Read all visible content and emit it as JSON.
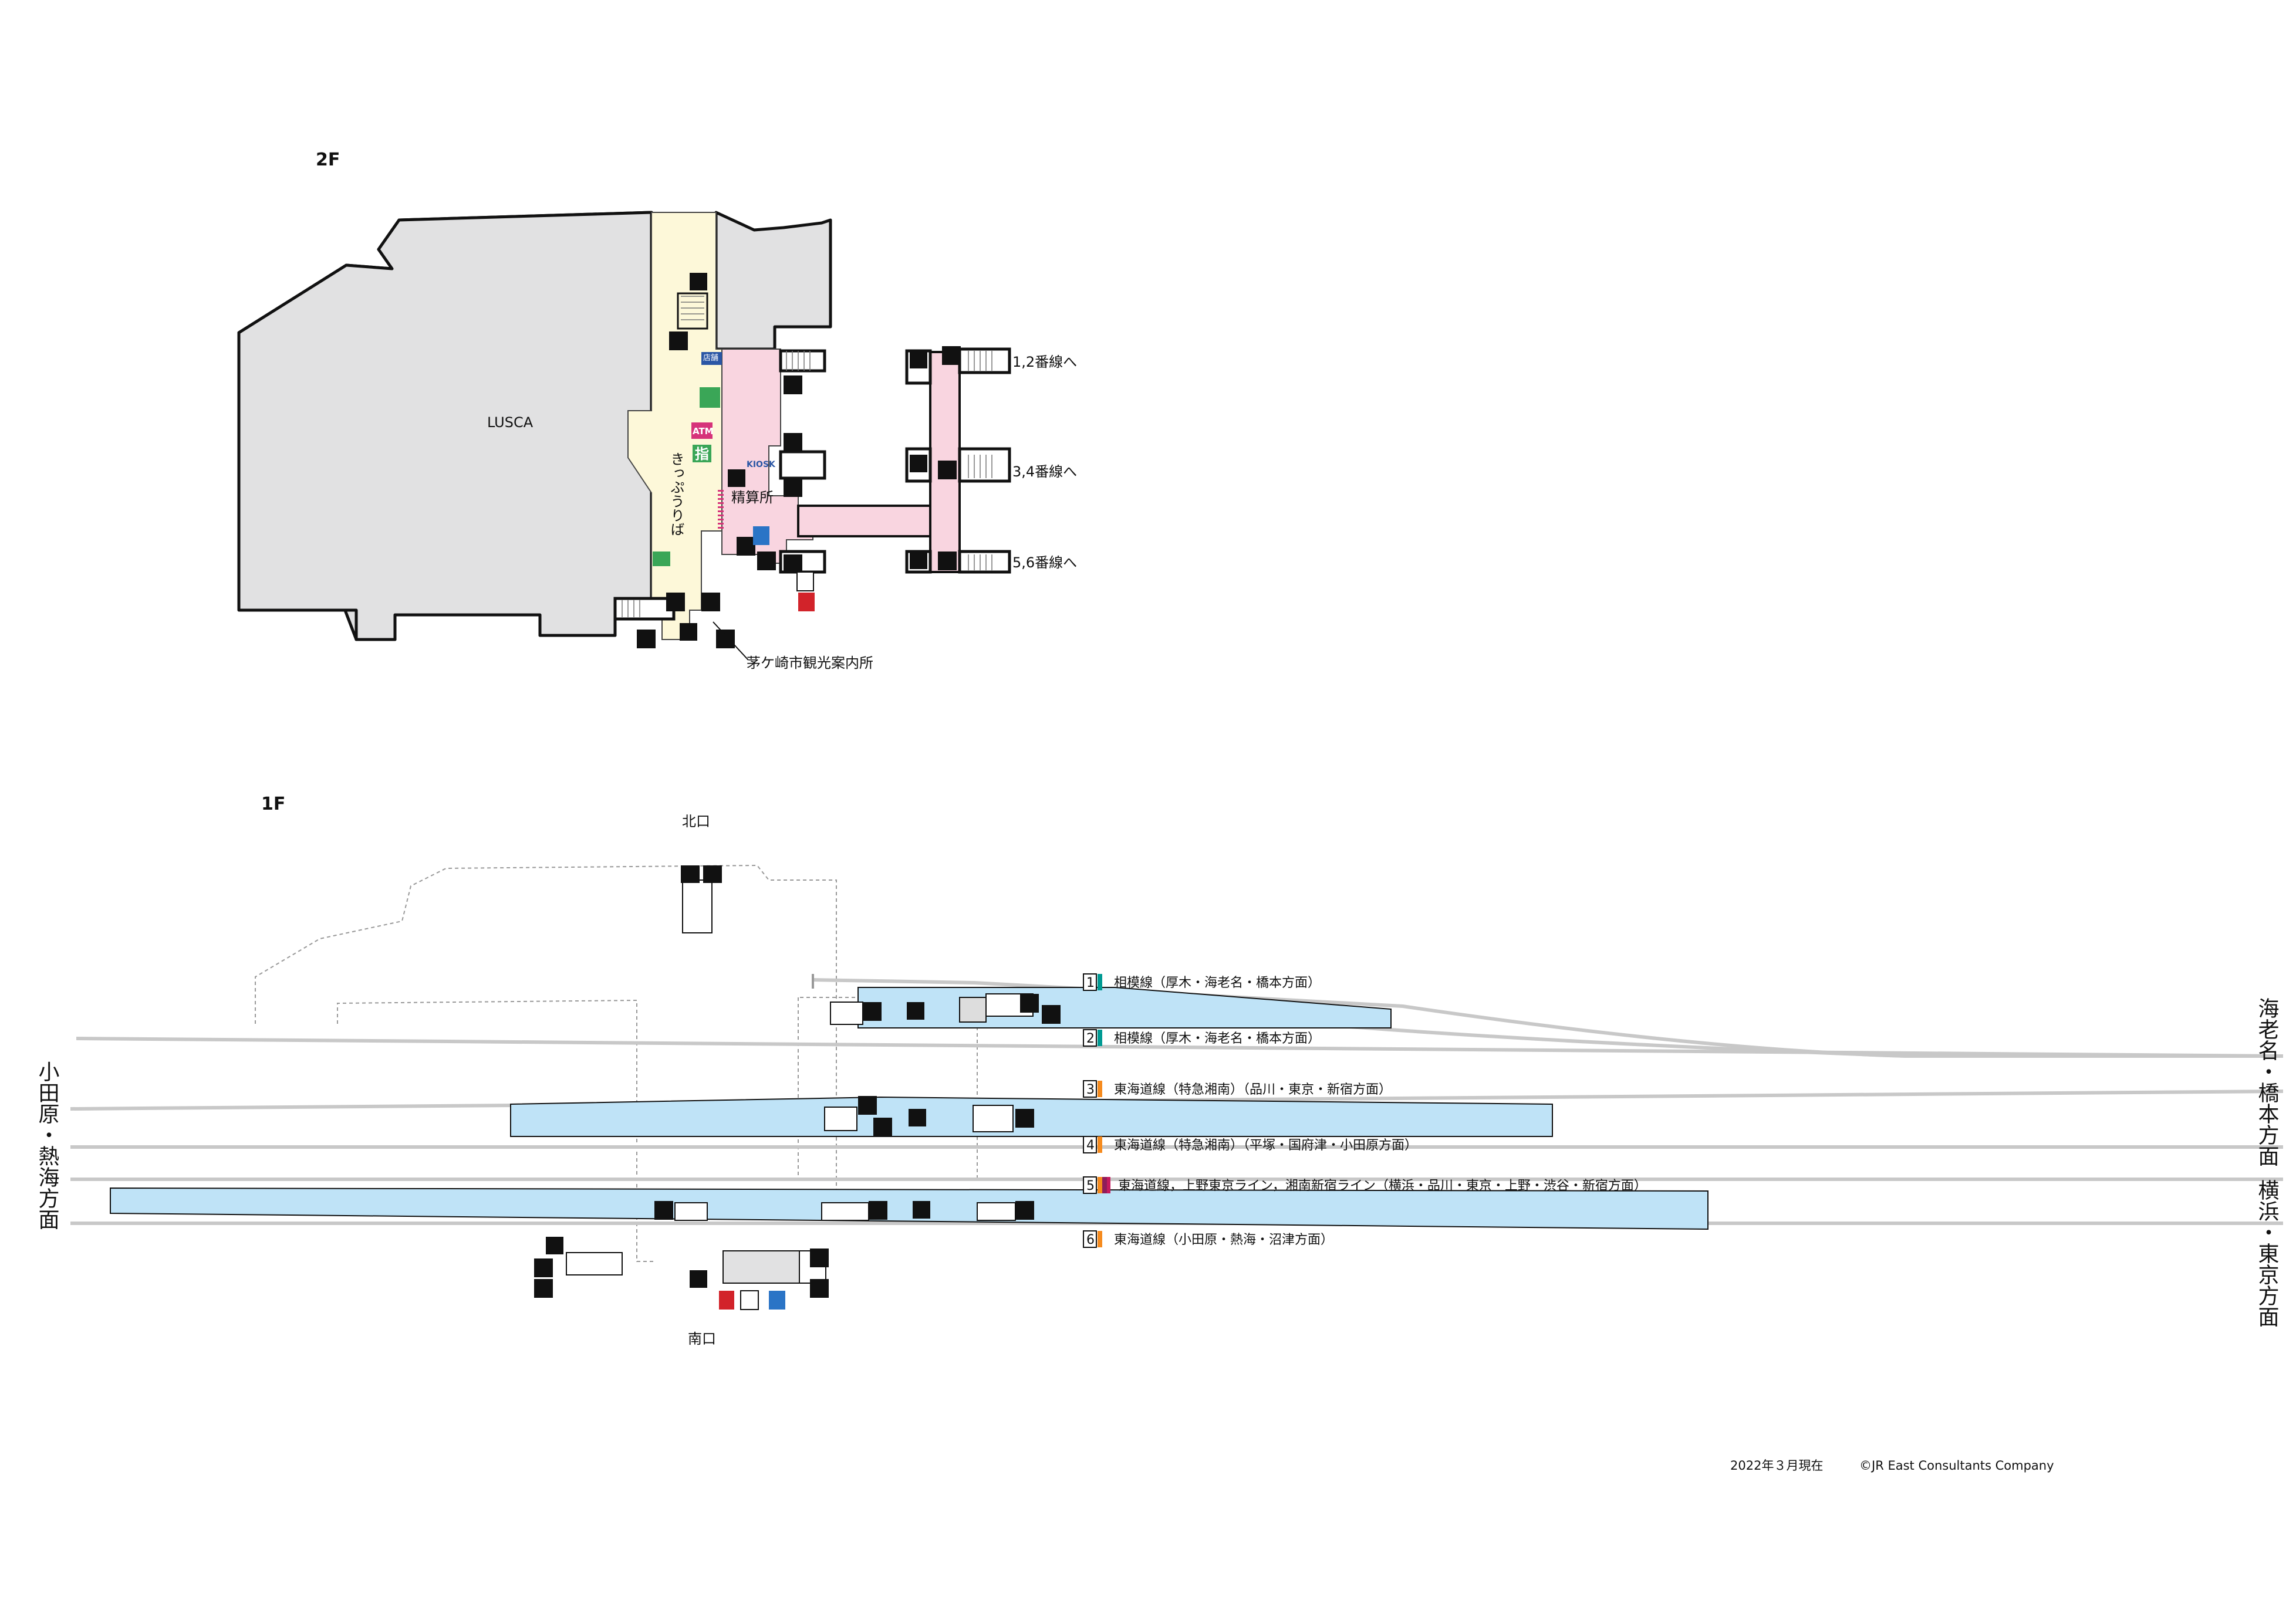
{
  "floors": {
    "upper": "2F",
    "lower": "1F"
  },
  "upper_floor": {
    "building": "LUSCA",
    "ticket_gate": "きっぷうりば",
    "fare_adjustment": "精算所",
    "kiosk": "KIOSK",
    "atm": "ATM",
    "reserved_seat_machine": "指",
    "tourist_info": "茅ケ崎市観光案内所",
    "store_sign": "店舗",
    "platform_links": [
      "1,2番線へ",
      "3,4番線へ",
      "5,6番線へ"
    ]
  },
  "lower_floor": {
    "north_exit": "北口",
    "south_exit": "南口",
    "direction_west": "小田原・熱海方面",
    "direction_east_1": "海老名・橋本方面",
    "direction_east_2": "横浜・東京方面",
    "tracks": [
      {
        "num": "1",
        "color": "#009a93",
        "label": "相模線（厚木・海老名・橋本方面）"
      },
      {
        "num": "2",
        "color": "#009a93",
        "label": "相模線（厚木・海老名・橋本方面）"
      },
      {
        "num": "3",
        "color": "#f68b1e",
        "label": "東海道線（特急湘南）（品川・東京・新宿方面）"
      },
      {
        "num": "4",
        "color": "#f68b1e",
        "label": "東海道線（特急湘南）（平塚・国府津・小田原方面）"
      },
      {
        "num": "5",
        "color": "#f68b1e",
        "color2": "#8f1d5a",
        "label": "東海道線，上野東京ライン，湘南新宿ライン（横浜・品川・東京・上野・渋谷・新宿方面）"
      },
      {
        "num": "6",
        "color": "#f68b1e",
        "label": "東海道線（小田原・熱海・沼津方面）"
      }
    ]
  },
  "colors": {
    "building_fill": "#e1e1e2",
    "concourse": "#fdf8d9",
    "paid_area": "#f9d5e0",
    "platform": "#bfe3f7",
    "track": "#c8c8c8"
  },
  "footer": {
    "date": "2022年３月現在",
    "copyright": "©JR East Consultants Company"
  }
}
